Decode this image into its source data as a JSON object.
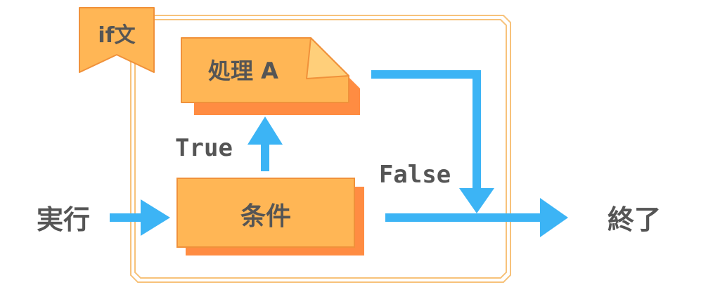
{
  "labels": {
    "start": "実行",
    "end": "終了",
    "if_tag": "if文",
    "process_a": "処理 A",
    "condition": "条件",
    "true_branch": "True",
    "false_branch": "False"
  },
  "colors": {
    "box_fill": "#ffb655",
    "box_shadow": "#ff8c42",
    "box_stroke": "#f0913a",
    "frame": "#f7c27a",
    "arrow": "#3cb4f5",
    "text": "#555555",
    "background": "#ffffff"
  }
}
